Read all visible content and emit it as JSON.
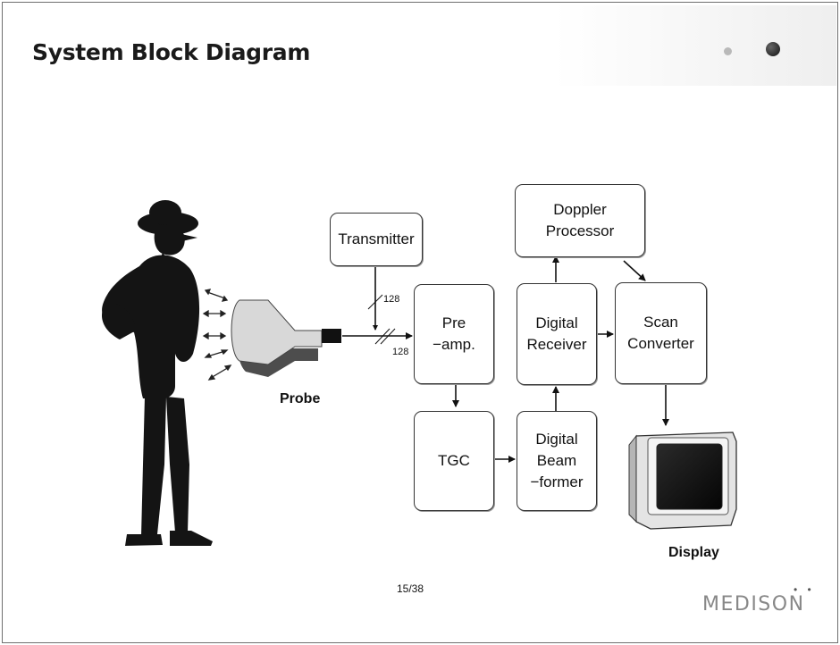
{
  "slide": {
    "title": "System Block Diagram",
    "page_number": "15/38",
    "brand": "MEDISON"
  },
  "blocks": {
    "transmitter": "Transmitter",
    "doppler": "Doppler\nProcessor",
    "preamp": "Pre\n−amp.",
    "receiver": "Digital\nReceiver",
    "scan": "Scan\nConverter",
    "tgc": "TGC",
    "beamformer": "Digital\nBeam\n−former"
  },
  "labels": {
    "probe": "Probe",
    "display": "Display",
    "bus_tx": "128",
    "bus_rx": "128"
  }
}
